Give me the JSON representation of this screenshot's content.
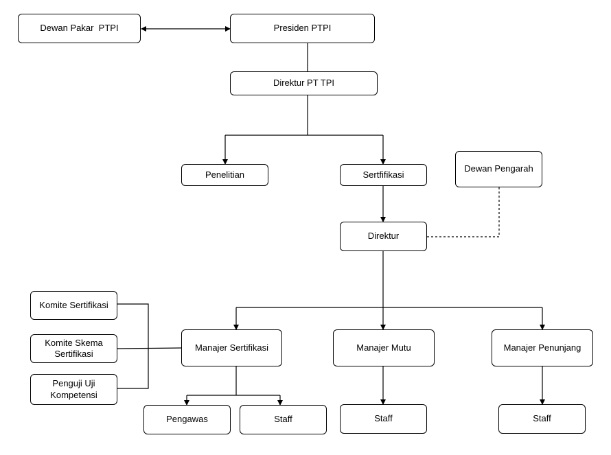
{
  "nodes": {
    "dewan_pakar": "Dewan Pakar  PTPI",
    "presiden": "Presiden PTPI",
    "direktur_pt": "Direktur PT TPI",
    "penelitian": "Penelitian",
    "sertifikasi": "Sertfifikasi",
    "dewan_pengarah": "Dewan Pengarah",
    "direktur": "Direktur",
    "komite_sertifikasi": "Komite Sertifikasi",
    "komite_skema_line1": "Komite Skema",
    "komite_skema_line2": "Sertifikasi",
    "penguji_line1": "Penguji Uji",
    "penguji_line2": "Kompetensi",
    "manajer_sertifikasi": "Manajer Sertifikasi",
    "manajer_mutu": "Manajer Mutu",
    "manajer_penunjang": "Manajer Penunjang",
    "pengawas": "Pengawas",
    "staff_1": "Staff",
    "staff_2": "Staff",
    "staff_3": "Staff"
  }
}
